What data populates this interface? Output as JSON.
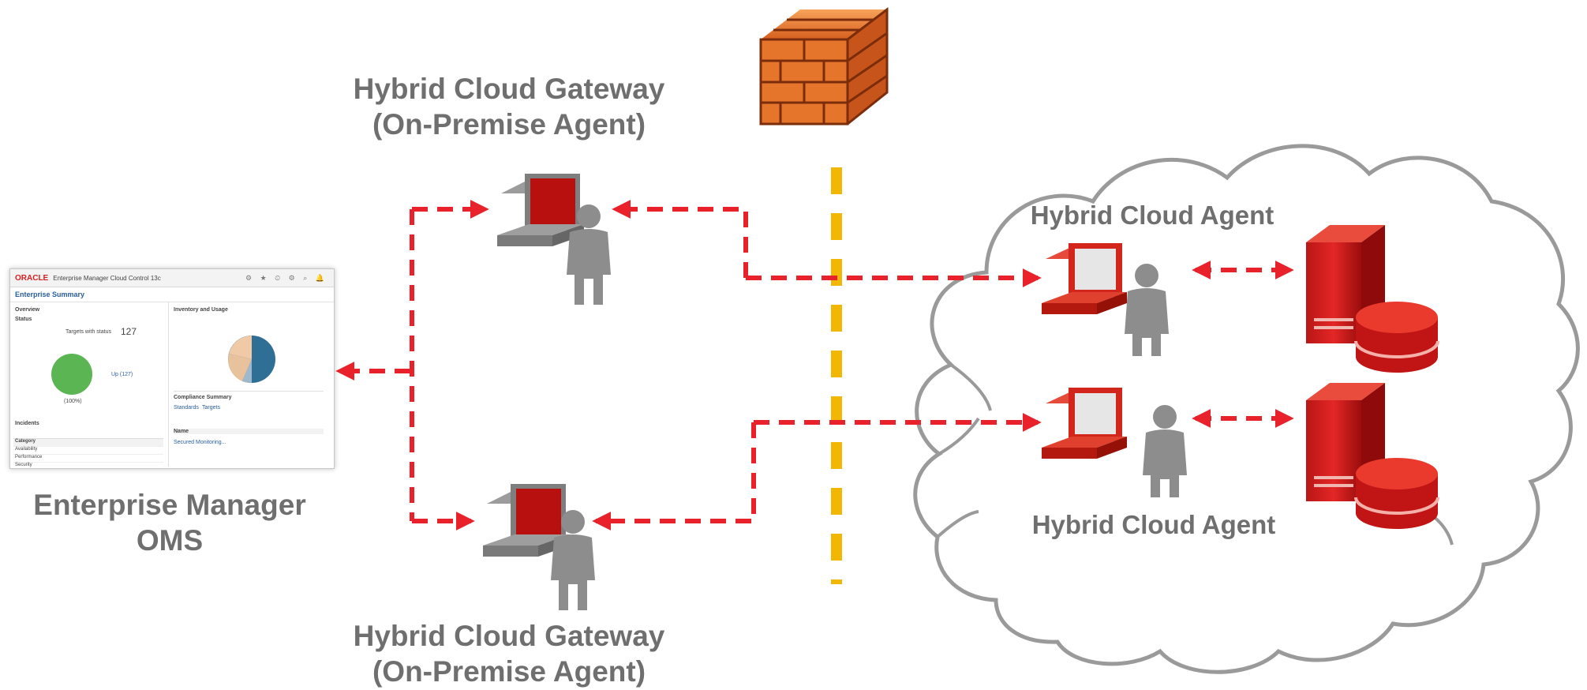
{
  "diagram": {
    "labels": {
      "gateway_top": [
        "Hybrid Cloud Gateway",
        "(On-Premise Agent)"
      ],
      "gateway_bottom": [
        "Hybrid Cloud Gateway",
        "(On-Premise Agent)"
      ],
      "em_oms": [
        "Enterprise Manager",
        "OMS"
      ],
      "hybrid_agent_top": "Hybrid Cloud Agent",
      "hybrid_agent_bottom": "Hybrid Cloud Agent"
    },
    "icons": [
      "firewall-icon",
      "gateway-workstation-icon",
      "agent-workstation-icon",
      "person-icon",
      "server-icon",
      "database-icon",
      "cloud-icon"
    ],
    "colors": {
      "connector": "#e8212a",
      "firewall_line": "#f2b705",
      "label_text": "#6f6f6f",
      "agent_red": "#d71f1f",
      "person_gray": "#8d8d8d",
      "cloud_outline": "#9a9a9a"
    }
  },
  "em_screenshot": {
    "brand": "ORACLE",
    "product": "Enterprise Manager Cloud Control 13c",
    "page_title": "Enterprise Summary",
    "left": {
      "overview": "Overview",
      "status": "Status",
      "targets_with_status": "Targets with status",
      "status_count": "127",
      "up_percent": "(100%)",
      "up_count": "Up (127)",
      "incidents": "Incidents",
      "table_header": "Category",
      "rows": [
        "Availability",
        "Performance",
        "Security"
      ]
    },
    "right": {
      "inventory_title": "Inventory and Usage",
      "compliance_title": "Compliance Summary",
      "compliance_tabs": [
        "Standards",
        "Targets"
      ],
      "table_header": "Name",
      "row": "Secured Monitoring..."
    }
  }
}
